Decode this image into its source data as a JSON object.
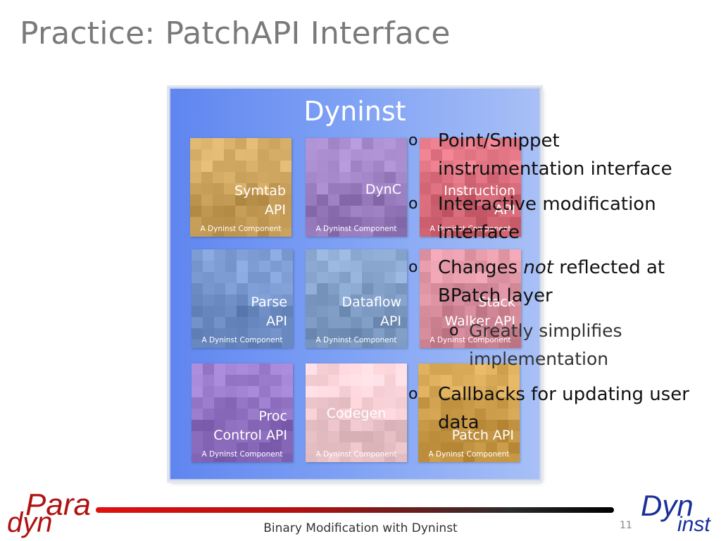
{
  "slide": {
    "title": "Practice: PatchAPI Interface",
    "footer": "Binary Modification with Dyninst",
    "page_number": "11"
  },
  "panel": {
    "title": "Dyninst",
    "tiles": [
      {
        "label": "Symtab\nAPI",
        "sub": "A Dyninst Component",
        "color": "#c9a05a"
      },
      {
        "label": "DynC",
        "sub": "A Dyninst Component",
        "color": "#9b7fc0"
      },
      {
        "label": "Instruction\nAPI",
        "sub": "A Dyninst Component",
        "color": "#d66a78"
      },
      {
        "label": "Parse\nAPI",
        "sub": "A Dyninst Component",
        "color": "#6f8fc6"
      },
      {
        "label": "Dataflow\nAPI",
        "sub": "A Dyninst Component",
        "color": "#7f9cc4"
      },
      {
        "label": "Stack\nWalker API",
        "sub": "A Dyninst Component",
        "color": "#d48a98"
      },
      {
        "label": "Proc\nControl API",
        "sub": "A Dyninst Component",
        "color": "#8e6fbf"
      },
      {
        "label": "Codegen",
        "sub": "A Dyninst Component",
        "color": "#edc6cc"
      },
      {
        "label": "Patch API",
        "sub": "A Dyninst Component",
        "color": "#c99a48"
      }
    ]
  },
  "bullets": [
    {
      "mark": "o",
      "text": "Point/Snippet\ninstrumentation interface"
    },
    {
      "mark": "o",
      "text": "Interactive modification\ninterface"
    },
    {
      "mark": "o",
      "text_before": "Changes ",
      "emph": "not",
      "text_after": " reflected at\nBPatch layer"
    },
    {
      "mark": "o",
      "text": "Greatly simplifies\nimplementation"
    },
    {
      "mark": "o",
      "text": "Callbacks for updating user\ndata"
    }
  ],
  "logos": {
    "left": {
      "line1": "Para",
      "line2": "dyn"
    },
    "right": {
      "line1": "Dyn",
      "line2": "inst"
    }
  }
}
